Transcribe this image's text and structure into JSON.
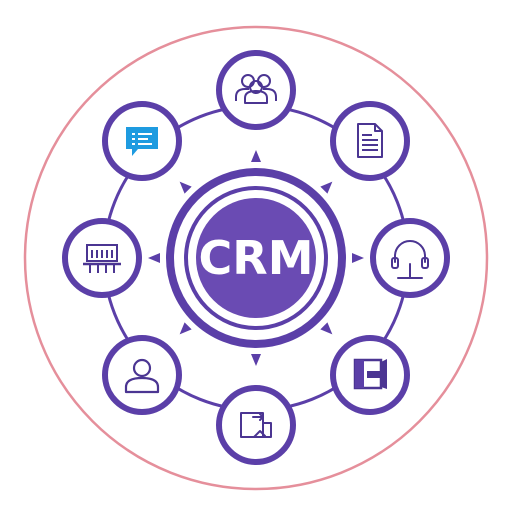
{
  "center": {
    "label": "CRM"
  },
  "colors": {
    "primary": "#5b3fa8",
    "center_fill": "#6a4bb3",
    "outer_ring": "#e58f9b",
    "icon_stroke": "#4b3592",
    "accent_blue": "#1e9be0",
    "background": "#ffffff"
  },
  "nodes": [
    {
      "id": "team",
      "icon": "people-group-icon"
    },
    {
      "id": "documents",
      "icon": "document-icon"
    },
    {
      "id": "support",
      "icon": "headset-icon"
    },
    {
      "id": "integrations",
      "icon": "app-panels-icon"
    },
    {
      "id": "workflow",
      "icon": "image-transfer-icon"
    },
    {
      "id": "contacts",
      "icon": "person-icon"
    },
    {
      "id": "presentation",
      "icon": "presentation-board-icon"
    },
    {
      "id": "messages",
      "icon": "chat-message-icon"
    }
  ]
}
